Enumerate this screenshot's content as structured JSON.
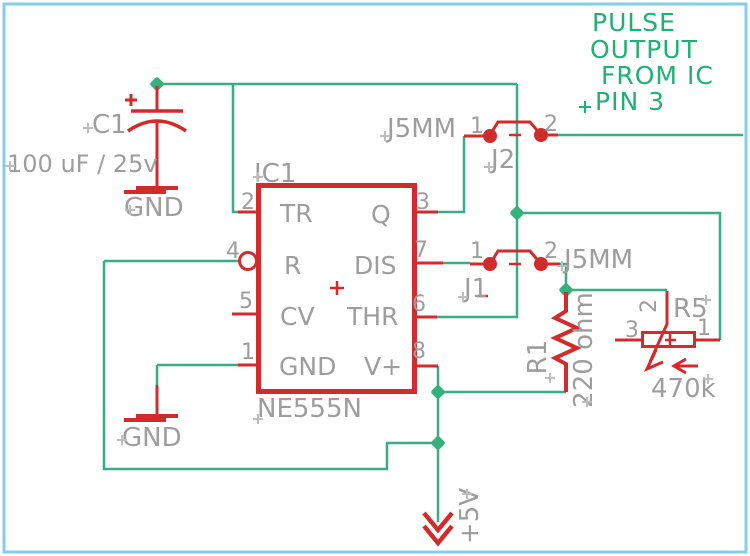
{
  "title_note": {
    "line1": "PULSE",
    "line2": "OUTPUT",
    "line3": "FROM IC",
    "line4": "PIN 3"
  },
  "capacitor": {
    "ref": "C1",
    "value": "100 uF / 25v"
  },
  "ground_top": {
    "label": "GND"
  },
  "ground_bottom": {
    "label": "GND"
  },
  "power": {
    "vcc": "+5V"
  },
  "ic": {
    "ref": "IC1",
    "part": "NE555N",
    "pins": {
      "p2": "2",
      "p4": "4",
      "p5": "5",
      "p1": "1",
      "p3": "3",
      "p7": "7",
      "p6": "6",
      "p8": "8"
    },
    "functions": {
      "tr": "TR",
      "q": "Q",
      "r": "R",
      "dis": "DIS",
      "cv": "CV",
      "thr": "THR",
      "gnd": "GND",
      "vplus": "V+"
    }
  },
  "jumper_j2": {
    "ref": "J2",
    "value": "J5MM",
    "pin1": "1",
    "pin2": "2"
  },
  "jumper_j1": {
    "ref": "J1",
    "value": "J5MM",
    "pin1": "1",
    "pin2": "2"
  },
  "resistor_r1": {
    "ref": "R1",
    "value": "220 ohm"
  },
  "pot_r5": {
    "ref": "R5",
    "value": "470k",
    "pin1": "1",
    "pin2": "2",
    "pin3": "3"
  },
  "colors": {
    "wire_green": "#3aac86",
    "component_red": "#d22b2b",
    "label_gray": "#9d9d9d",
    "note_green": "#1db273",
    "border_blue": "#85cdec",
    "junction_green": "#35b17e"
  }
}
